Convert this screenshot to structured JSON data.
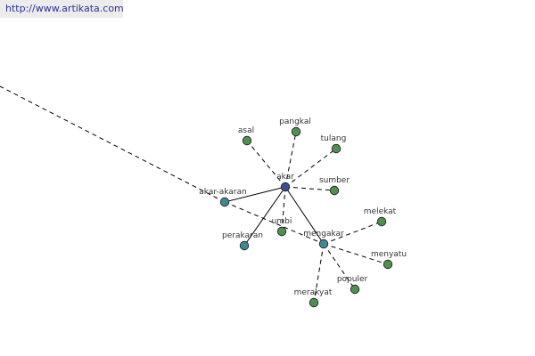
{
  "header": {
    "url": "http://www.artikata.com"
  },
  "colors": {
    "center": "#3b4f8f",
    "secondary": "#3e8a90",
    "leaf": "#4f8f4f",
    "edge": "#000000",
    "url_bg": "#ececec",
    "url_text": "#2f2f9f"
  },
  "graph": {
    "nodes": [
      {
        "id": "akar",
        "label": "akar",
        "kind": "center"
      },
      {
        "id": "akar-akaran",
        "label": "akar-akaran",
        "kind": "secondary"
      },
      {
        "id": "perakaran",
        "label": "perakaran",
        "kind": "secondary"
      },
      {
        "id": "mengakar",
        "label": "mengakar",
        "kind": "secondary"
      },
      {
        "id": "asal",
        "label": "asal",
        "kind": "leaf"
      },
      {
        "id": "pangkal",
        "label": "pangkal",
        "kind": "leaf"
      },
      {
        "id": "tulang",
        "label": "tulang",
        "kind": "leaf"
      },
      {
        "id": "sumber",
        "label": "sumber",
        "kind": "leaf"
      },
      {
        "id": "umbi",
        "label": "umbi",
        "kind": "leaf"
      },
      {
        "id": "melekat",
        "label": "melekat",
        "kind": "leaf"
      },
      {
        "id": "menyatu",
        "label": "menyatu",
        "kind": "leaf"
      },
      {
        "id": "populer",
        "label": "populer",
        "kind": "leaf"
      },
      {
        "id": "merakyat",
        "label": "merakyat",
        "kind": "leaf"
      }
    ],
    "edges": [
      {
        "from": "akar",
        "to": "akar-akaran",
        "style": "solid"
      },
      {
        "from": "akar",
        "to": "perakaran",
        "style": "solid"
      },
      {
        "from": "akar",
        "to": "mengakar",
        "style": "solid"
      },
      {
        "from": "akar",
        "to": "asal",
        "style": "dashed"
      },
      {
        "from": "akar",
        "to": "pangkal",
        "style": "dashed"
      },
      {
        "from": "akar",
        "to": "tulang",
        "style": "dashed"
      },
      {
        "from": "akar",
        "to": "sumber",
        "style": "dashed"
      },
      {
        "from": "akar",
        "to": "umbi",
        "style": "dashed"
      },
      {
        "from": "akar-akaran",
        "to": "mengakar",
        "style": "dashed"
      },
      {
        "from": "akar-akaran",
        "to": "offscreen",
        "style": "dashed"
      },
      {
        "from": "mengakar",
        "to": "melekat",
        "style": "dashed"
      },
      {
        "from": "mengakar",
        "to": "menyatu",
        "style": "dashed"
      },
      {
        "from": "mengakar",
        "to": "populer",
        "style": "dashed"
      },
      {
        "from": "mengakar",
        "to": "merakyat",
        "style": "dashed"
      }
    ]
  }
}
